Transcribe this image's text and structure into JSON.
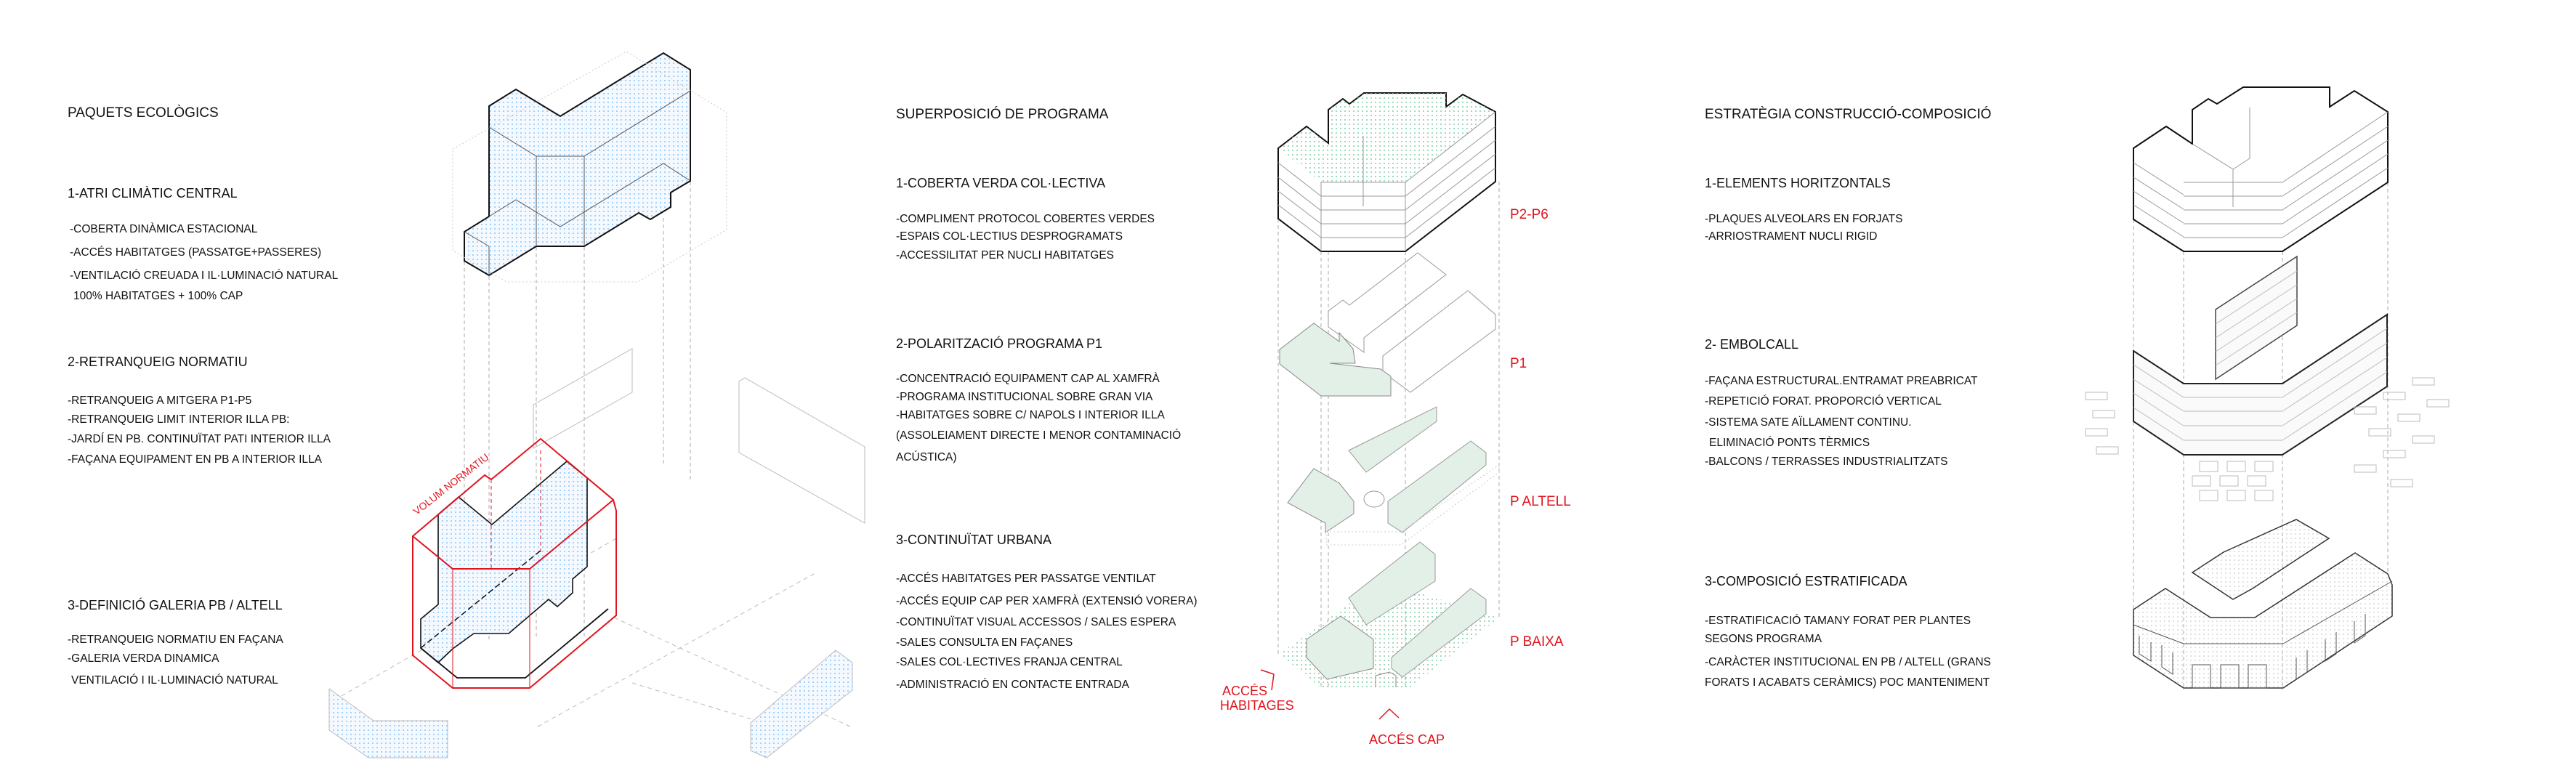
{
  "colors": {
    "accent_red": "#e0141e",
    "blue_fill": "#8ec3f2",
    "green_fill": "#7fd0a8",
    "green_tint": "#e3f0e8"
  },
  "col1": {
    "title": "PAQUETS ECOLÒGICS",
    "s1": {
      "heading": "1-ATRI CLIMÀTIC CENTRAL",
      "lines": [
        "-COBERTA DINÀMICA ESTACIONAL",
        "-ACCÉS HABITATGES (PASSATGE+PASSERES)",
        "-VENTILACIÓ CREUADA I IL·LUMINACIÓ NATURAL",
        "100% HABITATGES + 100% CAP"
      ]
    },
    "s2": {
      "heading": "2-RETRANQUEIG NORMATIU",
      "lines": [
        "-RETRANQUEIG A MITGERA P1-P5",
        "-RETRANQUEIG LIMIT INTERIOR ILLA PB:",
        "-JARDÍ EN PB. CONTINUÏTAT PATI INTERIOR ILLA",
        "-FAÇANA EQUIPAMENT EN PB A INTERIOR ILLA"
      ]
    },
    "s3": {
      "heading": "3-DEFINICIÓ GALERIA PB / ALTELL",
      "lines": [
        "-RETRANQUEIG NORMATIU EN FAÇANA",
        "-GALERIA VERDA DINAMICA",
        "VENTILACIÓ I IL·LUMINACIÓ NATURAL"
      ]
    },
    "drawing_label": "VOLUM NORMATIU"
  },
  "col2": {
    "title": "SUPERPOSICIÓ DE PROGRAMA",
    "s1": {
      "heading": "1-COBERTA VERDA COL·LECTIVA",
      "lines": [
        "-COMPLIMENT PROTOCOL COBERTES VERDES",
        "-ESPAIS COL·LECTIUS DESPROGRAMATS",
        "-ACCESSILITAT PER NUCLI HABITATGES"
      ]
    },
    "s2": {
      "heading": "2-POLARITZACIÓ PROGRAMA P1",
      "lines": [
        "-CONCENTRACIÓ EQUIPAMENT CAP AL XAMFRÀ",
        "-PROGRAMA INSTITUCIONAL SOBRE GRAN VIA",
        "-HABITATGES SOBRE C/ NAPOLS I INTERIOR ILLA",
        "(ASSOLEIAMENT DIRECTE I MENOR CONTAMINACIÓ",
        "ACÚSTICA)"
      ]
    },
    "s3": {
      "heading": "3-CONTINUÏTAT URBANA",
      "lines": [
        "-ACCÉS HABITATGES PER PASSATGE VENTILAT",
        "-ACCÉS EQUIP CAP PER XAMFRÀ (EXTENSIÓ VORERA)",
        "-CONTINUÏTAT VISUAL ACCESSOS / SALES ESPERA",
        "-SALES CONSULTA EN FAÇANES",
        "-SALES COL·LECTIVES FRANJA CENTRAL",
        "-ADMINISTRACIÓ EN CONTACTE ENTRADA"
      ]
    },
    "levels": [
      "P2-P6",
      "P1",
      "P ALTELL",
      "P BAIXA"
    ],
    "access_habitatges": [
      "ACCÉS",
      "HABITAGES"
    ],
    "access_cap": "ACCÉS CAP"
  },
  "col3": {
    "title": "ESTRATÈGIA CONSTRUCCIÓ-COMPOSICIÓ",
    "s1": {
      "heading": "1-ELEMENTS HORITZONTALS",
      "lines": [
        "-PLAQUES ALVEOLARS EN FORJATS",
        "-ARRIOSTRAMENT NUCLI RIGID"
      ]
    },
    "s2": {
      "heading": "2- EMBOLCALL",
      "lines": [
        "-FAÇANA ESTRUCTURAL.ENTRAMAT PREABRICAT",
        "-REPETICIÓ FORAT. PROPORCIÓ VERTICAL",
        "-SISTEMA SATE AÏLLAMENT CONTINU.",
        "ELIMINACIÓ  PONTS TÈRMICS",
        "-BALCONS / TERRASSES INDUSTRIALITZATS"
      ]
    },
    "s3": {
      "heading": "3-COMPOSICIÓ ESTRATIFICADA",
      "lines": [
        "-ESTRATIFICACIÓ TAMANY FORAT PER PLANTES",
        "SEGONS PROGRAMA",
        "-CARÀCTER INSTITUCIONAL EN PB / ALTELL (GRANS",
        "FORATS I ACABATS CERÀMICS) POC MANTENIMENT"
      ]
    }
  }
}
